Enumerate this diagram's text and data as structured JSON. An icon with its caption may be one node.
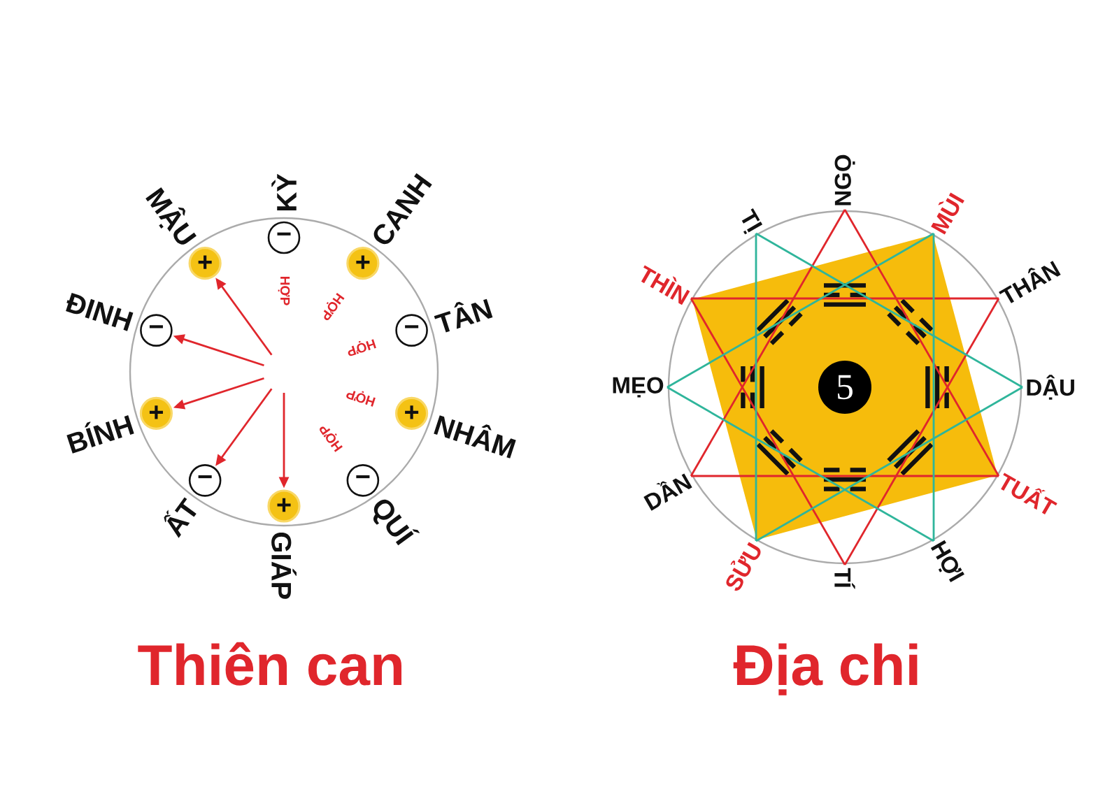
{
  "diagram": {
    "nodes": [
      {
        "text": [
          "−"
        ],
        "beside": [
          "KỲ"
        ]
      },
      {
        "text": [
          "+"
        ],
        "beside": [
          "CANH"
        ]
      },
      {
        "text": [
          "−"
        ],
        "beside": [
          "TÂN"
        ]
      },
      {
        "text": [
          "+"
        ],
        "beside": [
          "NHÂM"
        ]
      },
      {
        "text": [
          "−"
        ],
        "beside": [
          "QUÍ"
        ]
      },
      {
        "text": [
          "+"
        ],
        "beside": [
          "GIÁP"
        ]
      },
      {
        "text": [
          "−"
        ],
        "beside": [
          "ẤT"
        ]
      },
      {
        "text": [
          "+"
        ],
        "beside": [
          "BÍNH"
        ]
      },
      {
        "text": [
          "−"
        ],
        "beside": [
          "ĐINH"
        ]
      },
      {
        "text": [
          "+"
        ],
        "beside": [
          "MẬU"
        ]
      },
      {
        "text": [
          "NGỌ"
        ]
      },
      {
        "text": [
          "MÙI"
        ]
      },
      {
        "text": [
          "THÂN"
        ]
      },
      {
        "text": [
          "DẬU"
        ]
      },
      {
        "text": [
          "TUẤT"
        ]
      },
      {
        "text": [
          "HỢI"
        ]
      },
      {
        "text": [
          "TÍ"
        ]
      },
      {
        "text": [
          "SỬU"
        ]
      },
      {
        "text": [
          "DẦN"
        ]
      },
      {
        "text": [
          "MẸO"
        ]
      },
      {
        "text": [
          "THÌN"
        ]
      },
      {
        "text": [
          "TỊ"
        ]
      },
      {
        "text": [
          "5"
        ]
      }
    ],
    "edges": [
      {
        "from": null,
        "to": 9,
        "arrow": "to"
      },
      {
        "from": null,
        "to": 8,
        "arrow": "to"
      },
      {
        "from": null,
        "to": 7,
        "arrow": "to"
      },
      {
        "from": null,
        "to": 6,
        "arrow": "to"
      },
      {
        "from": null,
        "to": 5,
        "arrow": "to"
      },
      {
        "from": 10,
        "to": 14,
        "arrow": "none"
      },
      {
        "from": 14,
        "to": 18,
        "arrow": "none"
      },
      {
        "from": 18,
        "to": 10,
        "arrow": "none"
      },
      {
        "from": 12,
        "to": 16,
        "arrow": "none"
      },
      {
        "from": 16,
        "to": 20,
        "arrow": "none"
      },
      {
        "from": 20,
        "to": 12,
        "arrow": "none"
      },
      {
        "from": 21,
        "to": 13,
        "arrow": "none",
        "color": "#2fb59b"
      },
      {
        "from": 13,
        "to": 17,
        "arrow": "none",
        "color": "#2fb59b"
      },
      {
        "from": 17,
        "to": 21,
        "arrow": "none",
        "color": "#2fb59b"
      },
      {
        "from": 15,
        "to": 19,
        "arrow": "none",
        "color": "#2fb59b"
      },
      {
        "from": 19,
        "to": 11,
        "arrow": "none",
        "color": "#2fb59b"
      },
      {
        "from": 11,
        "to": 15,
        "arrow": "none",
        "color": "#2fb59b"
      }
    ],
    "labels": [
      "HỢP",
      "HỢP",
      "HỢP",
      "HỢP",
      "HỢP",
      "Thiên can",
      "Địa chi"
    ]
  }
}
